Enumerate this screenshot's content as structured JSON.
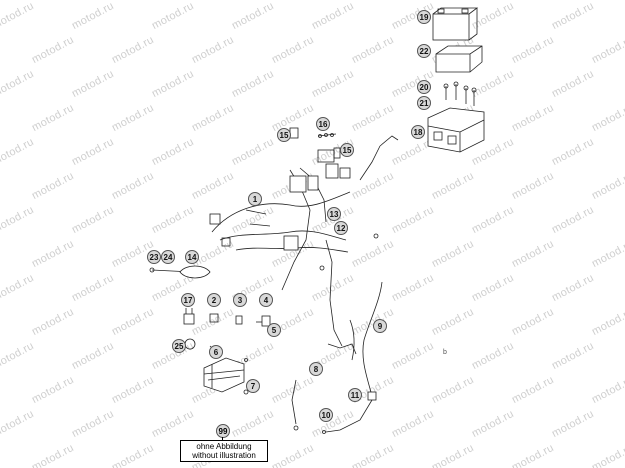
{
  "watermark": "motod.ru",
  "callouts": [
    "19",
    "22",
    "20",
    "21",
    "18",
    "15",
    "16",
    "15",
    "1",
    "13",
    "12",
    "23",
    "24",
    "14",
    "17",
    "2",
    "3",
    "4",
    "5",
    "25",
    "6",
    "7",
    "8",
    "9",
    "11",
    "10"
  ],
  "note": {
    "number": "99",
    "line1": "ohne Abbildung",
    "line2": "without illustration"
  },
  "small_mark": "b"
}
